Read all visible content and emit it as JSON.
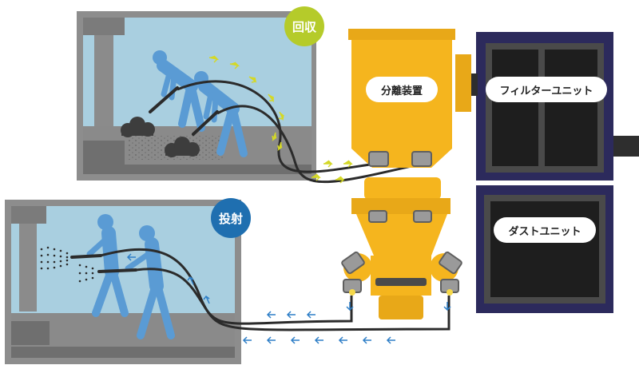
{
  "labels": {
    "recovery": "回収",
    "blasting": "投射",
    "separator": "分離装置",
    "filter_unit": "フィルターユニット",
    "dust_unit": "ダストユニット"
  },
  "colors": {
    "recovery_circle": "#b5cb2a",
    "blasting_circle": "#1f6fb0",
    "machine": "#f5b51e",
    "cabinet": "#2c2a5c",
    "room_wall": "#a9cfe0",
    "worker": "#5a9bd4",
    "arrow_blue": "#2f7fc7",
    "arrow_yellow": "#d4d826"
  }
}
